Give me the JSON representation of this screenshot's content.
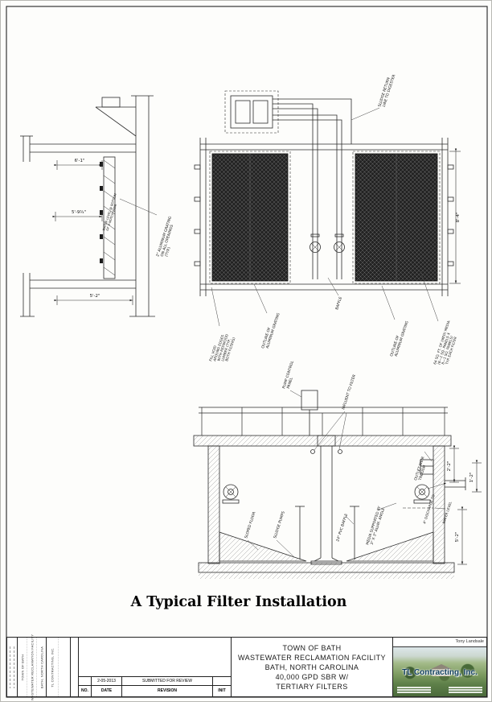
{
  "page": {
    "sheet_title": "A Typical Filter Installation"
  },
  "side_view": {
    "dims": [
      "6'-1\"",
      "5'-9¾\"",
      "5'-2\""
    ],
    "grating_label": [
      "2\" ALUMINUM GRATING",
      "ON ALL OPENINGS",
      "(TYP.)"
    ],
    "water_level_label": [
      "WATER LEVEL @ BOTTOM",
      "OF V-NOTCH WEIR"
    ]
  },
  "plan_view": {
    "sludge_return_label": [
      "SLUDGE RETURN",
      "LINE TO DIGESTER"
    ],
    "dim_width": "8'-4\"",
    "fill_void_label": [
      "FILL VOID",
      "AROUND EDGES",
      "WITH REDWOOD",
      "LUMBER (TYP,",
      "BOTH FILTERS)"
    ],
    "outline_left_label": [
      "OUTLINE OF",
      "ALUMINUM GRATING"
    ],
    "baffle_label": "BAFFLE",
    "outline_right_label": [
      "OUTLINE OF",
      "ALUMINUM GRATING"
    ],
    "media_label": [
      "64 SQ. FT. OF (MED) MEDIA",
      "(8—1 SQ. PANELS X",
      "8—1 SQ. PANELS)",
      "TYP. EACH FILTER"
    ]
  },
  "section_view": {
    "pump_control_label": [
      "PUMP CONTROL",
      "PANEL"
    ],
    "influent_label": "INFLUENT TO FILTER",
    "outlet_weir_label": [
      "OUTLET WEIR",
      "TROUGH"
    ],
    "sloped_floor_label": "SLOPED FLOOR",
    "sludge_pumps_label": "SLUDGE PUMPS",
    "pvc_baffle_label": "24\" PVC BAFFLE",
    "media_support_label": [
      "MEDIA SUPPORTED BY",
      "3\" X 3\" ALUM. ANGLE"
    ],
    "discharge_label": "4\" DISCHARGE TO",
    "water_level_label": "WATER LEVEL",
    "dim_a": "2'-2\"",
    "dim_b": "1'-2\"",
    "dim_c": "5'-2\""
  },
  "title_block": {
    "left_vertical_project": [
      "TOWN OF BATH",
      "WASTEWATER RECLAMATION FACILITY",
      "BATH, NORTH CAROLINA"
    ],
    "left_vertical_company": "TL CONTRACTING, INC.",
    "revision_table": {
      "headers": [
        "NO.",
        "DATE",
        "REVISION",
        "INIT"
      ],
      "rows": [
        {
          "no": "",
          "date": "2-05-2013",
          "revision": "SUBMITTED FOR REVIEW",
          "init": ""
        }
      ]
    },
    "project_lines": [
      "TOWN OF BATH",
      "WASTEWATER RECLAMATION FACILITY",
      "BATH, NORTH CAROLINA",
      "40,000 GPD SBR W/",
      "TERTIARY FILTERS"
    ],
    "company_card": {
      "contact": "Tony Landsale",
      "company": "TL Contracting, Inc."
    }
  }
}
